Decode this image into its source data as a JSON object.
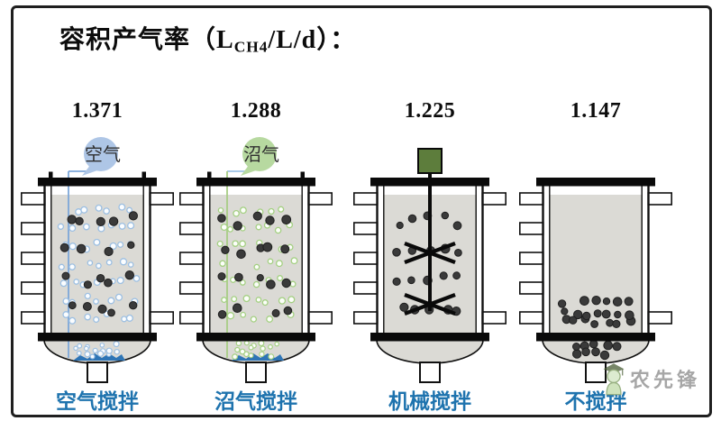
{
  "title": {
    "prefix": "容积产气率（L",
    "subscript": "CH4",
    "suffix": "/L/d）："
  },
  "colors": {
    "frame": "#1f1f1f",
    "band": "#0a0a0a",
    "outline": "#111111",
    "liquid": "#dbdad5",
    "sparger_blue": "#2e75b6",
    "particle": "#3a3a3a",
    "particle_edge": "#1f1f1f",
    "label_blue": "#1e73ae",
    "motor_green": "#5d7d3c",
    "watermark_gray": "#a6a6a6"
  },
  "reactors": [
    {
      "id": "air-stirred",
      "rate": "1.371",
      "stirring": "空气搅拌",
      "type": "gas",
      "gas_tag": "空气",
      "tag_bg": "#aec6e6",
      "bubble_stroke": "#9cbfe2",
      "bubble_fill": "#fbfdff",
      "tube_color": "#7da7d9",
      "tube_h_color": "#7da7d9",
      "bubble_count": 48,
      "dome_bubble_count": 15,
      "particle_count": 19
    },
    {
      "id": "biogas-stirred",
      "rate": "1.288",
      "stirring": "沼气搅拌",
      "type": "gas",
      "gas_tag": "沼气",
      "tag_bg": "#b7d9a0",
      "bubble_stroke": "#a4d082",
      "bubble_fill": "#fcfefa",
      "tube_color": "#a8cd85",
      "tube_h_color": "#9dc3e6",
      "bubble_count": 44,
      "dome_bubble_count": 15,
      "particle_count": 19
    },
    {
      "id": "mechanical-stirred",
      "rate": "1.225",
      "stirring": "机械搅拌",
      "type": "mechanical",
      "particle_count": 20
    },
    {
      "id": "unstirred",
      "rate": "1.147",
      "stirring": "不搅拌",
      "type": "none",
      "bottom_particle_count": 20,
      "dome_particle_count": 9
    }
  ],
  "watermark": {
    "text": "农先锋"
  }
}
